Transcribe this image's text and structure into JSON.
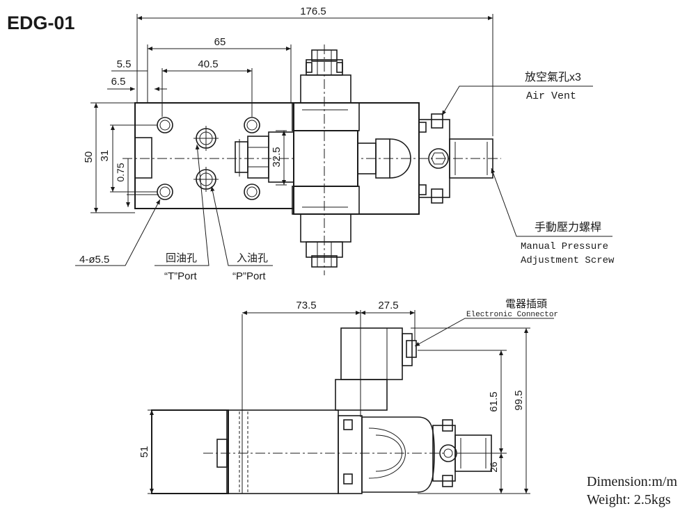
{
  "model": "EDG-01",
  "top_view": {
    "dim_overall": "176.5",
    "dim_65": "65",
    "dim_40_5": "40.5",
    "dim_5_5": "5.5",
    "dim_6_5": "6.5",
    "dim_50": "50",
    "dim_31": "31",
    "dim_0_75": "0.75",
    "dim_32_5": "32.5",
    "mount_holes": "4-ø5.5",
    "t_port_cn": "回油孔",
    "t_port_en": "“T”Port",
    "p_port_cn": "入油孔",
    "p_port_en": "“P”Port",
    "air_vent_cn": "放空氣孔x3",
    "air_vent_en": "Air Vent",
    "screw_cn": "手動壓力螺桿",
    "screw_en_1": "Manual Pressure",
    "screw_en_2": "Adjustment Screw"
  },
  "side_view": {
    "dim_73_5": "73.5",
    "dim_27_5": "27.5",
    "dim_51": "51",
    "dim_61_5": "61.5",
    "dim_99_5": "99.5",
    "dim_26": "26",
    "connector_cn": "電器插頭",
    "connector_en": "Electronic Connector"
  },
  "notes": {
    "dimension": "Dimension:m/m",
    "weight": "Weight: 2.5kgs"
  }
}
